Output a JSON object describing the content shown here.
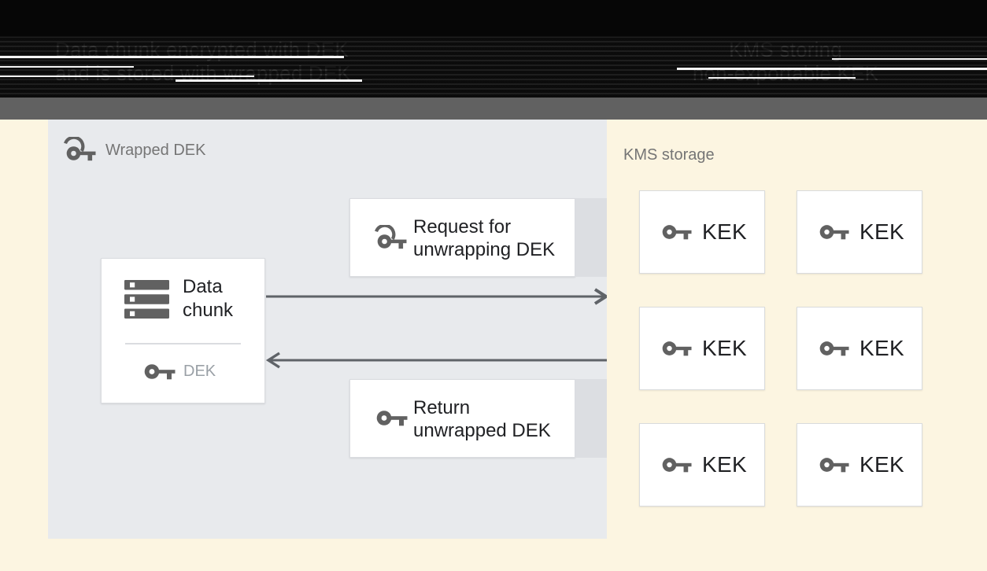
{
  "header": {
    "left_line1": "Data chunk encrypted with DEK",
    "left_line2": "and is stored with wrapped DEK",
    "right_line1": "KMS storing",
    "right_line2": "non-exportable KEK"
  },
  "panel": {
    "title": "Wrapped DEK",
    "data_chunk": {
      "line1": "Data",
      "line2": "chunk",
      "key_label": "DEK"
    },
    "request_box": {
      "line1": "Request for",
      "line2": "unwrapping DEK"
    },
    "return_box": {
      "line1": "Return",
      "line2": "unwrapped DEK"
    }
  },
  "kms": {
    "title": "KMS storage",
    "keks": [
      "KEK",
      "KEK",
      "KEK",
      "KEK",
      "KEK",
      "KEK"
    ]
  },
  "colors": {
    "background_cream": "#FCF5E1",
    "panel_gray_blue": "#E8EAED",
    "divider_bar_gray": "#616161",
    "icon_gray": "#616161",
    "arrow_gray": "#5F6368",
    "header_black": "#1E1E1E",
    "ghost_text_gray": "#3A3A3A",
    "box_border": "#DADCE0",
    "shadow_strip": "#DCDEE2",
    "text_dark": "#202124",
    "label_muted": "#757575",
    "dek_label_gray": "#9AA0A6"
  }
}
